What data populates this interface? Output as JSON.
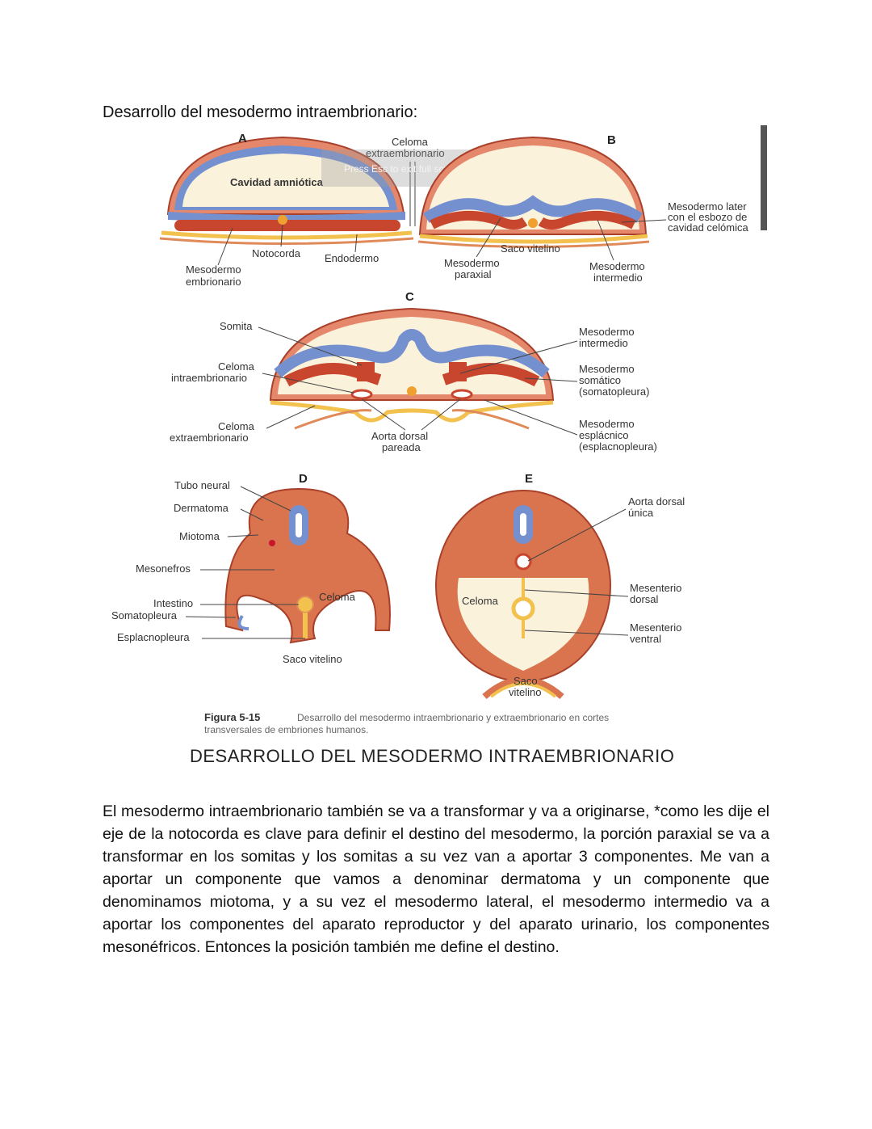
{
  "heading": "Desarrollo del mesodermo intraembrionario:",
  "figure": {
    "panels": {
      "A": "A",
      "B": "B",
      "C": "C",
      "D": "D",
      "E": "E"
    },
    "labels": {
      "celoma_extra_top_1": "Celoma",
      "celoma_extra_top_2": "extraembrionario",
      "cavidad_amniotica": "Cavidad amniótica",
      "notocorda": "Notocorda",
      "endodermo": "Endodermo",
      "mesodermo_embrionario_1": "Mesodermo",
      "mesodermo_embrionario_2": "embrionario",
      "mesodermo_lateral_1": "Mesodermo later",
      "mesodermo_lateral_2": "con el esbozo de",
      "mesodermo_lateral_3": "cavidad celómica",
      "saco_vitelino_b": "Saco vitelino",
      "mesodermo_paraxial_1": "Mesodermo",
      "mesodermo_paraxial_2": "paraxial",
      "mesodermo_intermedio_b_1": "Mesodermo",
      "mesodermo_intermedio_b_2": "intermedio",
      "somita": "Somita",
      "celoma_intra_1": "Celoma",
      "celoma_intra_2": "intraembrionario",
      "celoma_extra_c_1": "Celoma",
      "celoma_extra_c_2": "extraembrionario",
      "aorta_pareada_1": "Aorta dorsal",
      "aorta_pareada_2": "pareada",
      "mesodermo_intermedio_c_1": "Mesodermo",
      "mesodermo_intermedio_c_2": "intermedio",
      "somatico_1": "Mesodermo",
      "somatico_2": "somático",
      "somatico_3": "(somatopleura)",
      "esplacnico_1": "Mesodermo",
      "esplacnico_2": "esplácnico",
      "esplacnico_3": "(esplacnopleura)",
      "tubo_neural": "Tubo neural",
      "dermatoma": "Dermatoma",
      "miotoma": "Miotoma",
      "mesonefros": "Mesonefros",
      "intestino": "Intestino",
      "somatopleura": "Somatopleura",
      "esplacnopleura": "Esplacnopleura",
      "celoma_d": "Celoma",
      "saco_vitelino_d": "Saco vitelino",
      "aorta_unica_1": "Aorta dorsal",
      "aorta_unica_2": "única",
      "celoma_e": "Celoma",
      "mesenterio_dorsal_1": "Mesenterio",
      "mesenterio_dorsal_2": "dorsal",
      "mesenterio_ventral_1": "Mesenterio",
      "mesenterio_ventral_2": "ventral",
      "saco_vitelino_e_1": "Saco",
      "saco_vitelino_e_2": "vitelino"
    },
    "overlay": "Press  Esc to exit full screen",
    "caption_label": "Figura 5-15",
    "caption_line1": "Desarrollo del mesodermo intraembrionario y extraembrionario en cortes",
    "caption_line2": "transversales de embriones humanos.",
    "title": "DESARROLLO DEL MESODERMO INTRAEMBRIONARIO"
  },
  "body": "El mesodermo intraembrionario también se va a transformar y va a originarse, *como les dije el eje de la notocorda es clave para definir el destino del mesodermo, la porción paraxial se va a transformar en los somitas y los somitas a su vez van a aportar 3 componentes. Me van a aportar un componente que vamos a denominar dermatoma y un componente que denominamos miotoma, y a su vez el mesodermo lateral, el mesodermo intermedio va a aportar los componentes del aparato reproductor y del aparato urinario, los componentes mesonéfricos. Entonces la posición también me define el destino.",
  "colors": {
    "ectoderm_blue": "#6f8fcf",
    "mesoderm_red": "#c8452e",
    "mesoderm_orange": "#e08a5a",
    "endoderm_yellow": "#f2c14e",
    "cavity_cream": "#fbf2dc"
  }
}
